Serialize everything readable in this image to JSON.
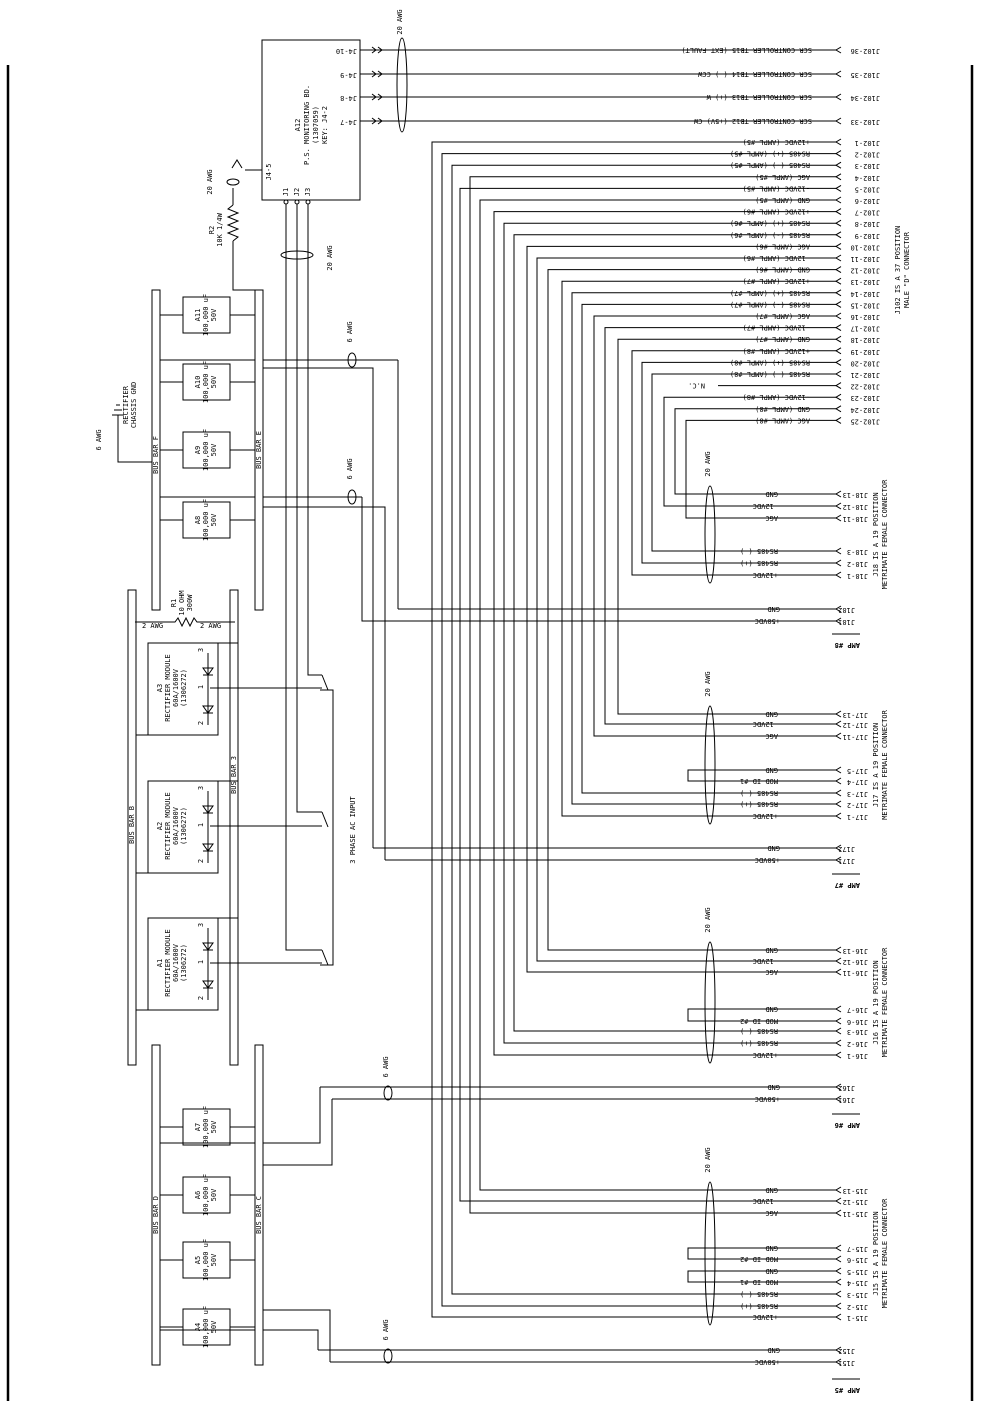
{
  "labels": {
    "awg20": "20 AWG",
    "awg6": "6 AWG",
    "awg2": "2 AWG",
    "ac_input": "3 PHASE AC INPUT",
    "gnd": "GND",
    "p50": "+50VDC",
    "p12": "+12VDC",
    "m12": "-12VDC",
    "agc": "AGC",
    "rs_p": "RS485 (+)",
    "rs_m": "RS485 (-)",
    "mod1": "MOD ID #1",
    "mod2": "MOD ID #2"
  },
  "controllers": {
    "rows": [
      {
        "pin": "J4-10",
        "conn": "J102-36",
        "text": "SCR CONTROLLER TB15 (EXT FAULT)"
      },
      {
        "pin": "J4-9",
        "conn": "J102-35",
        "text": "SCR CONTROLLER TB14 (-) CCW"
      },
      {
        "pin": "J4-8",
        "conn": "J102-34",
        "text": "SCR CONTROLLER TB13 (+) W"
      },
      {
        "pin": "J4-7",
        "conn": "J102-33",
        "text": "SCR CONTROLLER TB12 (+5V) CW"
      }
    ]
  },
  "monitor": {
    "ref": "A12",
    "name": "P.S. MONITORING BD.",
    "part": "(1307059)",
    "key": "KEY: J4-2",
    "j45": "J4-5",
    "j1": "J1",
    "j2": "J2",
    "j3": "J3",
    "res_ref": "R2",
    "res_val": "10K 1/4W"
  },
  "j102": {
    "title": "J102 IS A 37 POSITION",
    "subtitle": "MALE \"D\" CONNECTOR",
    "nc": "N.C.",
    "rows": [
      {
        "pin": "J102-1",
        "text": "+12VDC (AMPL #5)"
      },
      {
        "pin": "J102-2",
        "text": "RS485 (+) (AMPL #5)"
      },
      {
        "pin": "J102-3",
        "text": "RS485 (-) (AMPL #5)"
      },
      {
        "pin": "J102-4",
        "text": "AGC (AMPL #5)"
      },
      {
        "pin": "J102-5",
        "text": "-12VDC (AMPL #5)"
      },
      {
        "pin": "J102-6",
        "text": "GND (AMPL #5)"
      },
      {
        "pin": "J102-7",
        "text": "+12VDC (AMPL #6)"
      },
      {
        "pin": "J102-8",
        "text": "RS485 (+) (AMPL #6)"
      },
      {
        "pin": "J102-9",
        "text": "RS485 (-) (AMPL #6)"
      },
      {
        "pin": "J102-10",
        "text": "AGC (AMPL #6)"
      },
      {
        "pin": "J102-11",
        "text": "-12VDC (AMPL #6)"
      },
      {
        "pin": "J102-12",
        "text": "GND (AMPL #6)"
      },
      {
        "pin": "J102-13",
        "text": "+12VDC (AMPL #7)"
      },
      {
        "pin": "J102-14",
        "text": "RS485 (+) (AMPL #7)"
      },
      {
        "pin": "J102-15",
        "text": "RS485 (-) (AMPL #7)"
      },
      {
        "pin": "J102-16",
        "text": "AGC (AMPL #7)"
      },
      {
        "pin": "J102-17",
        "text": "-12VDC (AMPL #7)"
      },
      {
        "pin": "J102-18",
        "text": "GND (AMPL #7)"
      },
      {
        "pin": "J102-19",
        "text": "+12VDC (AMPL #8)"
      },
      {
        "pin": "J102-20",
        "text": "RS485 (+) (AMPL #8)"
      },
      {
        "pin": "J102-21",
        "text": "RS485 (-) (AMPL #8)"
      },
      {
        "pin": "J102-22",
        "text": ""
      },
      {
        "pin": "J102-23",
        "text": "-12VDC (AMPL #8)"
      },
      {
        "pin": "J102-24",
        "text": "GND (AMPL #8)"
      },
      {
        "pin": "J102-25",
        "text": "AGC (AMPL #8)"
      }
    ]
  },
  "amp8": {
    "title": "J18 IS A 19 POSITION",
    "subtitle": "METRIMATE FEMALE CONNECTOR",
    "amp": "AMP #8",
    "j182": "J182",
    "j181": "J181",
    "rows": [
      {
        "pin": "J18-13",
        "text": "GND"
      },
      {
        "pin": "J18-12",
        "text": "-12VDC"
      },
      {
        "pin": "J18-11",
        "text": "AGC"
      },
      {
        "pin": "J18-3",
        "text": "RS485 (-)"
      },
      {
        "pin": "J18-2",
        "text": "RS485 (+)"
      },
      {
        "pin": "J18-1",
        "text": "+12VDC"
      }
    ]
  },
  "amp7": {
    "title": "J17 IS A 19 POSITION",
    "subtitle": "METRIMATE FEMALE CONNECTOR",
    "amp": "AMP #7",
    "j172": "J172",
    "j171": "J171",
    "rows": [
      {
        "pin": "J17-13",
        "text": "GND"
      },
      {
        "pin": "J17-12",
        "text": "-12VDC"
      },
      {
        "pin": "J17-11",
        "text": "AGC"
      },
      {
        "pin": "J17-5",
        "text": "GND"
      },
      {
        "pin": "J17-4",
        "text": "MOD ID #1"
      },
      {
        "pin": "J17-3",
        "text": "RS485 (-)"
      },
      {
        "pin": "J17-2",
        "text": "RS485 (+)"
      },
      {
        "pin": "J17-1",
        "text": "+12VDC"
      }
    ]
  },
  "amp6": {
    "title": "J16 IS A 19 POSITION",
    "subtitle": "METRIMATE FEMALE CONNECTOR",
    "amp": "AMP #6",
    "j162": "J162",
    "j161": "J161",
    "rows": [
      {
        "pin": "J16-13",
        "text": "GND"
      },
      {
        "pin": "J16-12",
        "text": "-12VDC"
      },
      {
        "pin": "J16-11",
        "text": "AGC"
      },
      {
        "pin": "J16-7",
        "text": "GND"
      },
      {
        "pin": "J16-6",
        "text": "MOD ID #2"
      },
      {
        "pin": "J16-3",
        "text": "RS485 (-)"
      },
      {
        "pin": "J16-2",
        "text": "RS485 (+)"
      },
      {
        "pin": "J16-1",
        "text": "+12VDC"
      }
    ]
  },
  "amp5": {
    "title": "J15 IS A 19 POSITION",
    "subtitle": "METRIMATE FEMALE CONNECTOR",
    "amp": "AMP #5",
    "j152": "J152",
    "j151": "J151",
    "rows": [
      {
        "pin": "J15-13",
        "text": "GND"
      },
      {
        "pin": "J15-12",
        "text": "-12VDC"
      },
      {
        "pin": "J15-11",
        "text": "AGC"
      },
      {
        "pin": "J15-7",
        "text": "GND"
      },
      {
        "pin": "J15-6",
        "text": "MOD ID #2"
      },
      {
        "pin": "J15-5",
        "text": "GND"
      },
      {
        "pin": "J15-4",
        "text": "MOD ID #1"
      },
      {
        "pin": "J15-3",
        "text": "RS485 (-)"
      },
      {
        "pin": "J15-2",
        "text": "RS485 (+)"
      },
      {
        "pin": "J15-1",
        "text": "+12VDC"
      }
    ]
  },
  "capacitors": {
    "value": "100,000 uF",
    "voltage": "50V",
    "list": [
      "A8",
      "A9",
      "A10",
      "A11",
      "A7",
      "A6",
      "A5",
      "A4"
    ]
  },
  "rectifiers": {
    "name": "RECTIFIER MODULE",
    "rating": "60A/1600V",
    "part": "(1306272)",
    "list": [
      "A3",
      "A2",
      "A1"
    ],
    "p1": "1",
    "p2": "2",
    "p3": "3"
  },
  "busbars": {
    "f": "BUS BAR F",
    "e": "BUS BAR E",
    "b": "BUS BAR B",
    "three": "BUS BAR 3",
    "d": "BUS BAR D",
    "c": "BUS BAR C"
  },
  "r1": {
    "ref": "R1",
    "val": "10 OHM",
    "watt": "300W"
  },
  "chassis": {
    "line1": "RECTIFIER",
    "line2": "CHASSIS GND"
  }
}
